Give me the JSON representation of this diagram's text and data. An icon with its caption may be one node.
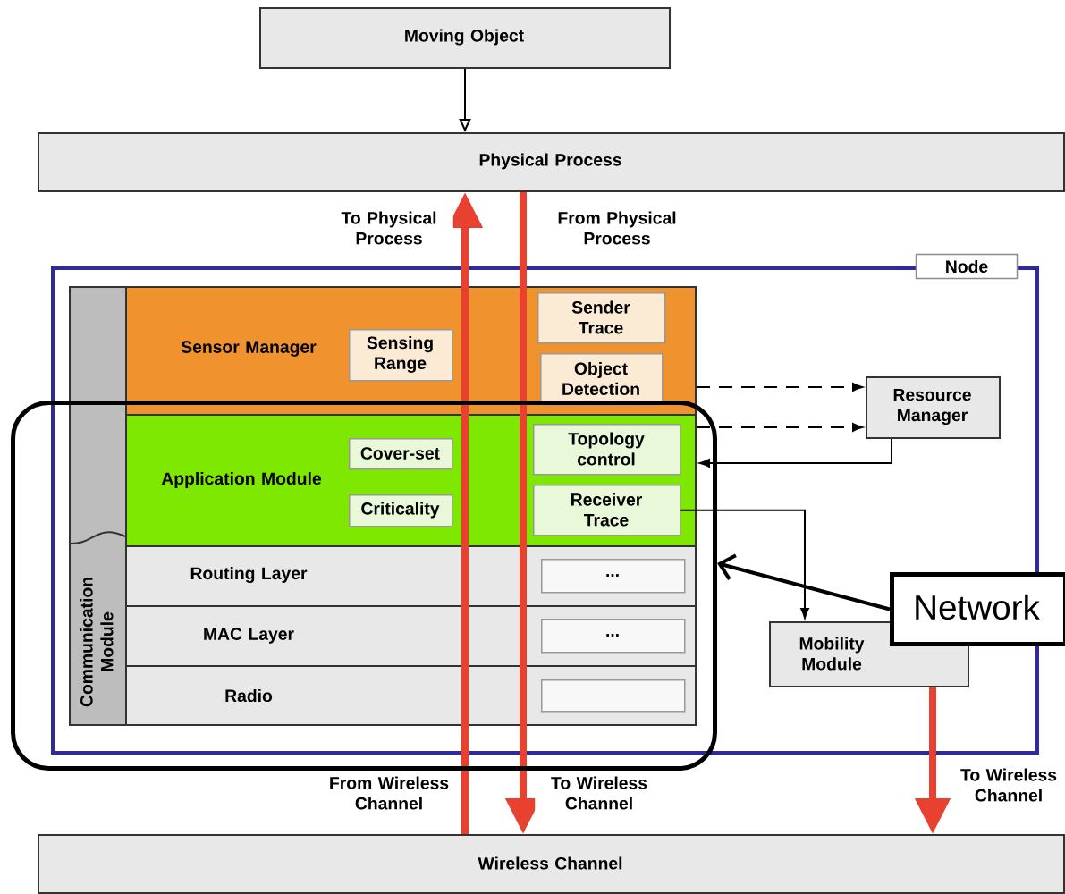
{
  "diagram": {
    "nodes": [
      {
        "text": [
          "Moving Object"
        ]
      },
      {
        "text": [
          "Physical Process"
        ]
      },
      {
        "text": [
          "Node"
        ]
      },
      {
        "text": [
          "Communication Module"
        ],
        "in": 2
      },
      {
        "text": [
          "Sensor Manager"
        ],
        "in": 2
      },
      {
        "text": [
          "Sensing Range"
        ],
        "in": 4
      },
      {
        "text": [
          "Sender Trace"
        ],
        "in": 4
      },
      {
        "text": [
          "Object Detection"
        ],
        "in": 4
      },
      {
        "text": [
          "Application Module"
        ],
        "in": 22
      },
      {
        "text": [
          "Cover-set"
        ],
        "in": 8
      },
      {
        "text": [
          "Topology control"
        ],
        "in": 8
      },
      {
        "text": [
          "Criticality"
        ],
        "in": 8
      },
      {
        "text": [
          "Receiver Trace"
        ],
        "in": 8
      },
      {
        "text": [
          "Routing Layer"
        ],
        "in": 22
      },
      {
        "text": [
          "..."
        ],
        "in": 13
      },
      {
        "text": [
          "MAC Layer"
        ],
        "in": 22
      },
      {
        "text": [
          "..."
        ],
        "in": 15
      },
      {
        "text": [
          "Radio"
        ],
        "in": 22
      },
      {
        "text": [],
        "shape": "box",
        "in": 17
      },
      {
        "text": [
          "Resource Manager"
        ],
        "in": 2
      },
      {
        "text": [
          "Mobility Module"
        ],
        "in": 2
      },
      {
        "text": [
          "Network"
        ]
      },
      {
        "text": [],
        "shape": "box"
      },
      {
        "text": [
          "Wireless Channel"
        ]
      }
    ],
    "edges": [
      {
        "from": 0,
        "to": 1,
        "arrow": "to"
      },
      {
        "from": 23,
        "to": 1,
        "arrow": "to",
        "label": "To Physical Process",
        "style": "thick",
        "color": "#e8412f"
      },
      {
        "from": 1,
        "to": 23,
        "arrow": "to",
        "label": "To Wireless Channel",
        "style": "thick",
        "color": "#e8412f"
      },
      {
        "from": 20,
        "to": 23,
        "arrow": "to",
        "label": "To Wireless Channel",
        "style": "thick",
        "color": "#e8412f"
      },
      {
        "from": 4,
        "to": 19,
        "arrow": "to",
        "style": "dashed"
      },
      {
        "from": 8,
        "to": 19,
        "arrow": "to",
        "style": "dashed"
      },
      {
        "from": 19,
        "to": 8,
        "arrow": "to"
      },
      {
        "from": 12,
        "to": 20,
        "arrow": "to"
      },
      {
        "from": 21,
        "to": 22,
        "arrow": "to",
        "style": "thick"
      }
    ],
    "labels": [
      "From Physical Process",
      "From Wireless Channel"
    ]
  }
}
